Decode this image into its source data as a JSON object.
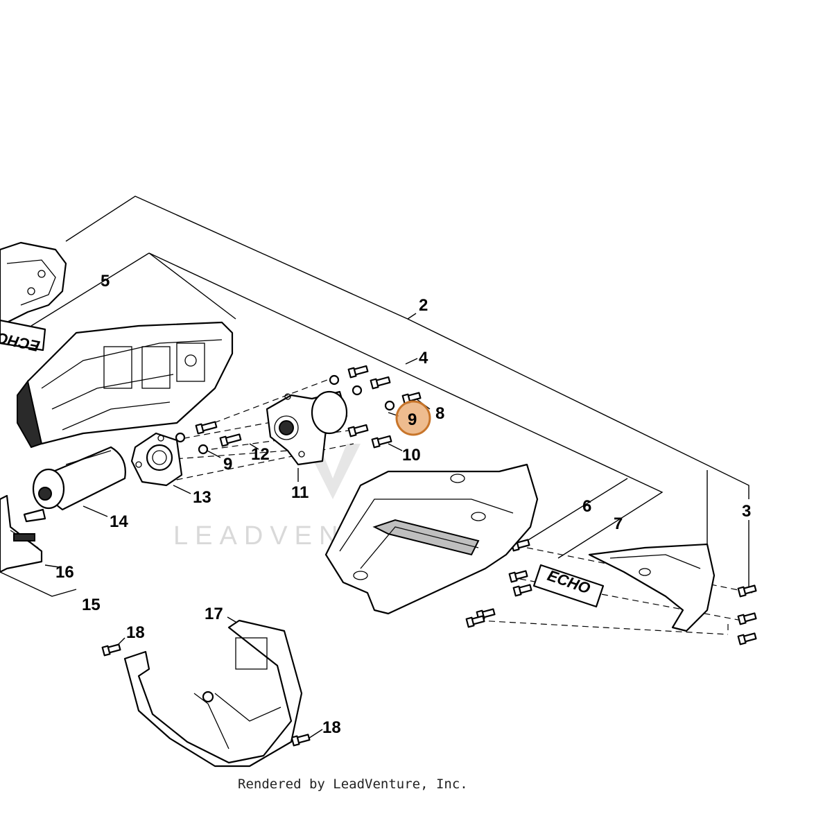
{
  "callouts": [
    {
      "id": "label-2",
      "text": "2"
    },
    {
      "id": "label-3",
      "text": "3"
    },
    {
      "id": "label-4",
      "text": "4"
    },
    {
      "id": "label-5",
      "text": "5"
    },
    {
      "id": "label-6",
      "text": "6"
    },
    {
      "id": "label-7",
      "text": "7"
    },
    {
      "id": "label-8",
      "text": "8"
    },
    {
      "id": "label-9a",
      "text": "9"
    },
    {
      "id": "label-9b",
      "text": "9"
    },
    {
      "id": "label-10",
      "text": "10"
    },
    {
      "id": "label-11",
      "text": "11"
    },
    {
      "id": "label-12",
      "text": "12"
    },
    {
      "id": "label-13",
      "text": "13"
    },
    {
      "id": "label-14",
      "text": "14"
    },
    {
      "id": "label-15",
      "text": "15"
    },
    {
      "id": "label-16",
      "text": "16"
    },
    {
      "id": "label-17",
      "text": "17"
    },
    {
      "id": "label-18a",
      "text": "18"
    },
    {
      "id": "label-18b",
      "text": "18"
    }
  ],
  "highlighted_callout": "9",
  "highlight_color": "#e8a66a",
  "logo_text": "ECHO",
  "watermark": "LEADVENTURE",
  "footer": "Rendered by LeadVenture, Inc."
}
